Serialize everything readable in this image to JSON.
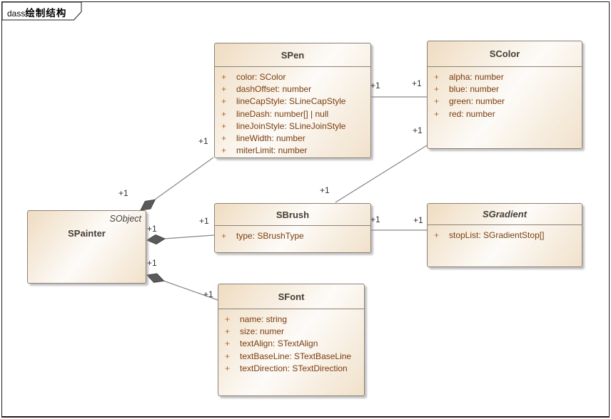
{
  "frame": {
    "title_prefix": "dass",
    "title_main": "绘制结构"
  },
  "colors": {
    "box_fill_edge": "#efdcc1",
    "box_fill_mid": "#fdfbf8",
    "box_border": "#8b8174",
    "class_name_text": "#443e36",
    "attribute_text": "#7a3c0e",
    "attribute_plus": "#b4692e",
    "connector_line": "#868686",
    "composition_diamond": "#5a5a5a",
    "multiplicity_text": "#32323c"
  },
  "classes": [
    {
      "name": "SPainter",
      "stereotype": "SObject",
      "attributes": []
    },
    {
      "name": "SPen",
      "attributes": [
        {
          "vis": "+",
          "text": "color: SColor"
        },
        {
          "vis": "+",
          "text": "dashOffset: number"
        },
        {
          "vis": "+",
          "text": "lineCapStyle: SLineCapStyle"
        },
        {
          "vis": "+",
          "text": "lineDash: number[] | null"
        },
        {
          "vis": "+",
          "text": "lineJoinStyle: SLineJoinStyle"
        },
        {
          "vis": "+",
          "text": "lineWidth: number"
        },
        {
          "vis": "+",
          "text": "miterLimit: number"
        }
      ]
    },
    {
      "name": "SColor",
      "attributes": [
        {
          "vis": "+",
          "text": "alpha: number"
        },
        {
          "vis": "+",
          "text": "blue: number"
        },
        {
          "vis": "+",
          "text": "green: number"
        },
        {
          "vis": "+",
          "text": "red: number"
        }
      ]
    },
    {
      "name": "SBrush",
      "attributes": [
        {
          "vis": "+",
          "text": "type: SBrushType"
        }
      ]
    },
    {
      "name": "SGradient",
      "abstract": true,
      "attributes": [
        {
          "vis": "+",
          "text": "stopList: SGradientStop[]"
        }
      ]
    },
    {
      "name": "SFont",
      "attributes": [
        {
          "vis": "+",
          "text": "name: string"
        },
        {
          "vis": "+",
          "text": "size: numer"
        },
        {
          "vis": "+",
          "text": "textAlign: STextAlign"
        },
        {
          "vis": "+",
          "text": "textBaseLine: STextBaseLine"
        },
        {
          "vis": "+",
          "text": "textDirection: STextDirection"
        }
      ]
    }
  ],
  "connectors": [
    {
      "name": "painter-pen",
      "type": "composition",
      "source_label": "+1",
      "target_label": "+1"
    },
    {
      "name": "painter-brush",
      "type": "composition",
      "source_label": "+1",
      "target_label": "+1"
    },
    {
      "name": "painter-font",
      "type": "composition",
      "source_label": "+1",
      "target_label": "+1"
    },
    {
      "name": "pen-color",
      "type": "association",
      "source_label": "+1",
      "target_label": "+1"
    },
    {
      "name": "brush-color",
      "type": "association",
      "source_label": "+1",
      "target_label": "+1"
    },
    {
      "name": "brush-gradient",
      "type": "association",
      "source_label": "+1",
      "target_label": "+1"
    }
  ]
}
